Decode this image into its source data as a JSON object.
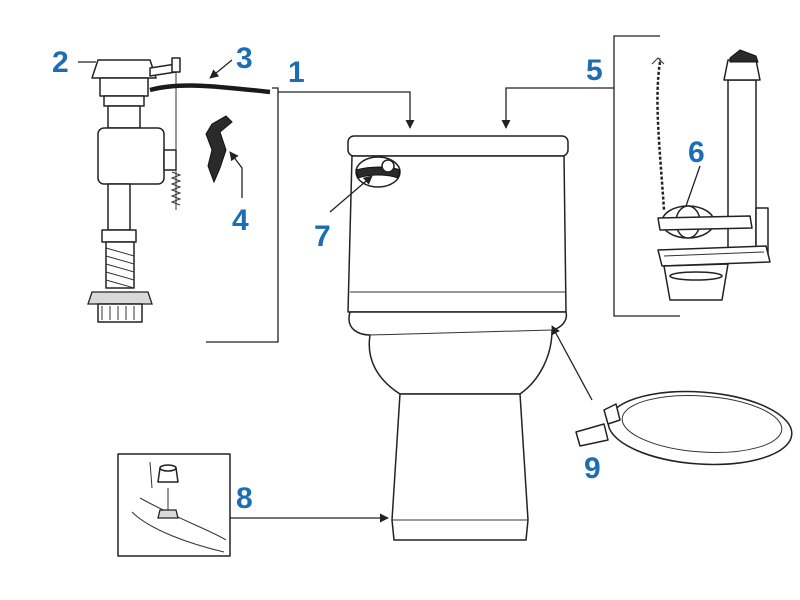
{
  "colors": {
    "callout": "#1c6db3",
    "line": "#222222"
  },
  "callouts": [
    "1",
    "2",
    "3",
    "4",
    "5",
    "6",
    "7",
    "8",
    "9"
  ],
  "parts": {
    "fill_valve": "fill-valve-assembly",
    "supply_tube": "refill-tube-icon",
    "float_clip": "float-clip-icon",
    "flapper_assembly": "flush-valve-assembly",
    "flapper": "flapper-icon",
    "trip_lever": "trip-lever-icon",
    "bolt_cap": "bolt-cap-icon",
    "seat": "toilet-seat-icon"
  }
}
